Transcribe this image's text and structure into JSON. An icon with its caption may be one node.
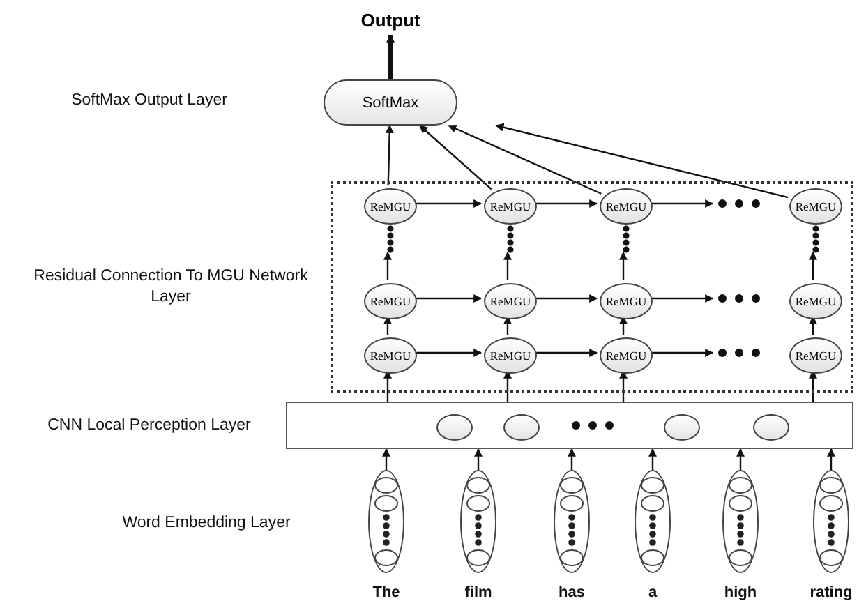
{
  "diagram": {
    "nodes": [
      {
        "text": [
          "Output"
        ]
      },
      {
        "text": [
          "SoftMax"
        ]
      },
      {
        "text": [],
        "shape": "box"
      },
      {
        "text": [
          "ReMGU"
        ],
        "in": 2
      },
      {
        "text": [
          "ReMGU"
        ],
        "in": 2
      },
      {
        "text": [
          "ReMGU"
        ],
        "in": 2
      },
      {
        "text": [
          "ReMGU"
        ],
        "in": 2
      },
      {
        "text": [
          "ReMGU"
        ],
        "in": 2
      },
      {
        "text": [
          "ReMGU"
        ],
        "in": 2
      },
      {
        "text": [
          "ReMGU"
        ],
        "in": 2
      },
      {
        "text": [
          "ReMGU"
        ],
        "in": 2
      },
      {
        "text": [
          "ReMGU"
        ],
        "in": 2
      },
      {
        "text": [
          "ReMGU"
        ],
        "in": 2
      },
      {
        "text": [
          "ReMGU"
        ],
        "in": 2
      },
      {
        "text": [
          "ReMGU"
        ],
        "in": 2
      },
      {
        "text": [],
        "shape": "box"
      },
      {
        "text": [],
        "shape": "circle",
        "in": 15
      },
      {
        "text": [],
        "shape": "circle",
        "in": 15
      },
      {
        "text": [],
        "shape": "circle",
        "in": 15
      },
      {
        "text": [],
        "shape": "circle",
        "in": 15
      },
      {
        "text": [],
        "shape": "ellipse",
        "beside": [
          "The"
        ]
      },
      {
        "text": [],
        "shape": "ellipse",
        "beside": [
          "film"
        ]
      },
      {
        "text": [],
        "shape": "ellipse",
        "beside": [
          "has"
        ]
      },
      {
        "text": [],
        "shape": "ellipse",
        "beside": [
          "a"
        ]
      },
      {
        "text": [],
        "shape": "ellipse",
        "beside": [
          "high"
        ]
      },
      {
        "text": [],
        "shape": "ellipse",
        "beside": [
          "rating"
        ]
      },
      {
        "text": [],
        "shape": "dots",
        "in": 2
      },
      {
        "text": [],
        "shape": "dots",
        "in": 2
      },
      {
        "text": [],
        "shape": "dots",
        "in": 2
      },
      {
        "text": [],
        "shape": "dots",
        "in": 2
      }
    ],
    "edges": [
      {
        "from": 1,
        "to": 0,
        "arrow": "to",
        "style": "thick"
      },
      {
        "from": 3,
        "to": 1,
        "arrow": "to"
      },
      {
        "from": 4,
        "to": 1,
        "arrow": "to"
      },
      {
        "from": 5,
        "to": 1,
        "arrow": "to"
      },
      {
        "from": 6,
        "to": 1,
        "arrow": "to"
      },
      {
        "from": 3,
        "to": 4,
        "arrow": "to"
      },
      {
        "from": 4,
        "to": 5,
        "arrow": "to"
      },
      {
        "from": 5,
        "to": null,
        "arrow": "to"
      },
      {
        "from": 7,
        "to": 8,
        "arrow": "to"
      },
      {
        "from": 8,
        "to": 9,
        "arrow": "to"
      },
      {
        "from": 9,
        "to": null,
        "arrow": "to"
      },
      {
        "from": 11,
        "to": 12,
        "arrow": "to"
      },
      {
        "from": 12,
        "to": 13,
        "arrow": "to"
      },
      {
        "from": 13,
        "to": null,
        "arrow": "to"
      },
      {
        "from": 7,
        "to": 26,
        "arrow": "to"
      },
      {
        "from": 8,
        "to": 27,
        "arrow": "to"
      },
      {
        "from": 9,
        "to": 28,
        "arrow": "to"
      },
      {
        "from": 10,
        "to": 29,
        "arrow": "to"
      },
      {
        "from": 11,
        "to": 7,
        "arrow": "to"
      },
      {
        "from": 12,
        "to": 8,
        "arrow": "to"
      },
      {
        "from": 13,
        "to": 9,
        "arrow": "to"
      },
      {
        "from": 14,
        "to": 10,
        "arrow": "to"
      },
      {
        "from": 15,
        "to": 11,
        "arrow": "to"
      },
      {
        "from": 15,
        "to": 12,
        "arrow": "to"
      },
      {
        "from": 15,
        "to": 13,
        "arrow": "to"
      },
      {
        "from": 15,
        "to": 14,
        "arrow": "to"
      },
      {
        "from": 20,
        "to": 15,
        "arrow": "to"
      },
      {
        "from": 21,
        "to": 15,
        "arrow": "to"
      },
      {
        "from": 22,
        "to": 15,
        "arrow": "to"
      },
      {
        "from": 23,
        "to": 15,
        "arrow": "to"
      },
      {
        "from": 24,
        "to": 15,
        "arrow": "to"
      },
      {
        "from": 25,
        "to": 15,
        "arrow": "to"
      }
    ],
    "labels": [
      "SoftMax Output Layer",
      "Residual Connection To MGU Network Layer",
      "CNN Local Perception Layer",
      "Word Embedding Layer"
    ]
  }
}
